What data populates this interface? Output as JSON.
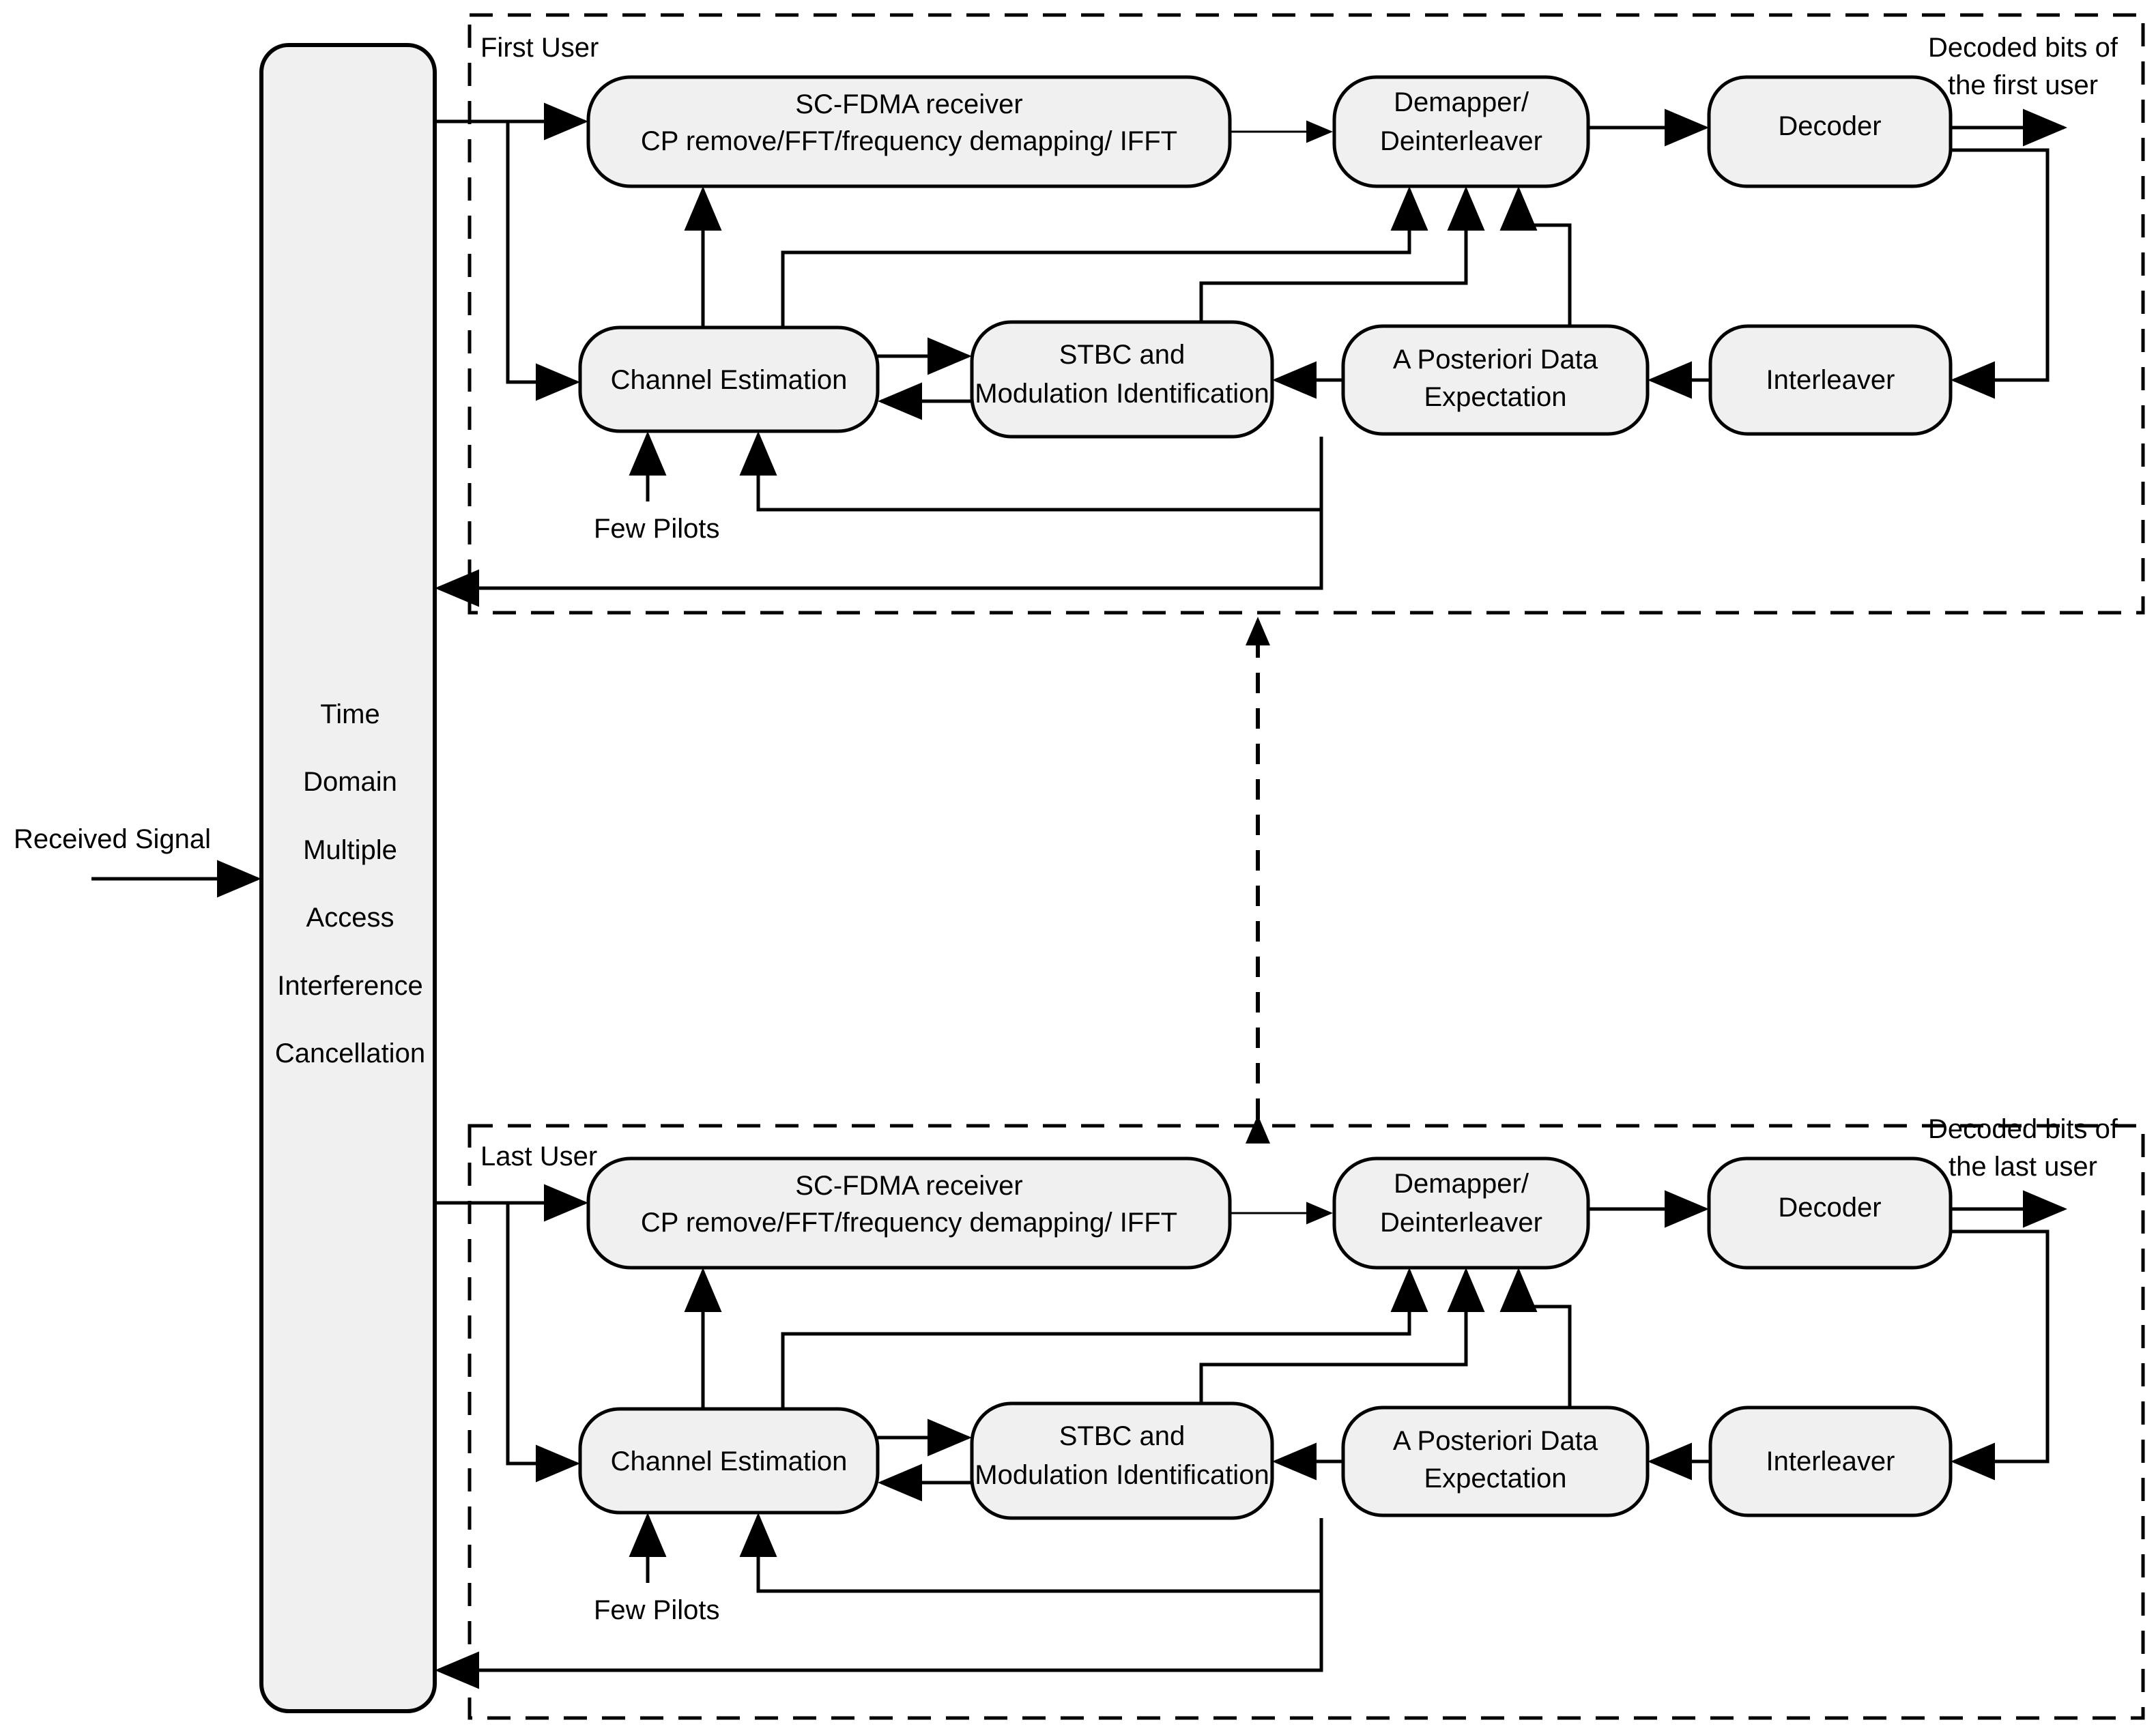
{
  "diagram": {
    "title": "Iterative multiuser SC-FDMA receiver block diagram",
    "external": {
      "received_signal_label": "Received Signal",
      "tdmaic_lines": [
        "Time",
        "Domain",
        "Multiple",
        "Access",
        "Interference",
        "Cancellation"
      ]
    },
    "groups": [
      {
        "id": "first-user",
        "label": "First User",
        "output_label_line1": "Decoded bits of",
        "output_label_line2": "the first user",
        "pilots_label": "Few Pilots",
        "blocks": {
          "receiver_line1": "SC-FDMA receiver",
          "receiver_line2": "CP remove/FFT/frequency demapping/ IFFT",
          "demapper_line1": "Demapper/",
          "demapper_line2": "Deinterleaver",
          "decoder": "Decoder",
          "channel_estimation": "Channel Estimation",
          "stbc_line1": "STBC and",
          "stbc_line2": "Modulation Identification",
          "posteriori_line1": "A Posteriori Data",
          "posteriori_line2": "Expectation",
          "interleaver": "Interleaver"
        }
      },
      {
        "id": "last-user",
        "label": "Last User",
        "output_label_line1": "Decoded bits of",
        "output_label_line2": "the last user",
        "pilots_label": "Few Pilots",
        "blocks": {
          "receiver_line1": "SC-FDMA receiver",
          "receiver_line2": "CP remove/FFT/frequency demapping/ IFFT",
          "demapper_line1": "Demapper/",
          "demapper_line2": "Deinterleaver",
          "decoder": "Decoder",
          "channel_estimation": "Channel Estimation",
          "stbc_line1": "STBC and",
          "stbc_line2": "Modulation Identification",
          "posteriori_line1": "A Posteriori Data",
          "posteriori_line2": "Expectation",
          "interleaver": "Interleaver"
        }
      }
    ],
    "colors": {
      "block_fill": "#f0f0f0",
      "stroke": "#000000",
      "background": "#ffffff"
    }
  }
}
